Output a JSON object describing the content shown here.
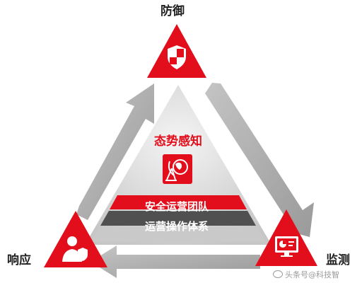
{
  "corners": {
    "top": "防御",
    "left": "响应",
    "right": "监测"
  },
  "center": {
    "title": "态势感知"
  },
  "bands": [
    {
      "label": "安全运营团队"
    },
    {
      "label": "运营操作体系"
    }
  ],
  "watermark": "头条号@科技智",
  "colors": {
    "brand_red": "#e30e1b",
    "dark_gray": "#505050",
    "arrow_gray": "#a9a9a9"
  },
  "icons": {
    "top": "shield-icon",
    "center": "globe-satellite-icon",
    "left": "person-shield-icon",
    "right": "monitor-chart-icon"
  }
}
